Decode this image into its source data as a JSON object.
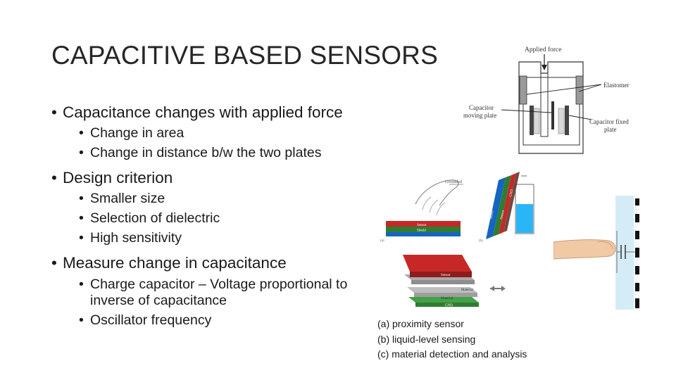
{
  "slide": {
    "title": "CAPACITIVE BASED SENSORS",
    "bullets": [
      {
        "text": "Capacitance changes with applied force",
        "sub": [
          "Change in area",
          "Change in distance b/w the two plates"
        ]
      },
      {
        "text": "Design criterion",
        "sub": [
          "Smaller size",
          "Selection of dielectric",
          "High sensitivity"
        ]
      },
      {
        "text": "Measure change in capacitance",
        "sub": [
          "Charge capacitor – Voltage proportional to",
          "inverse of capacitance",
          "Oscillator frequency"
        ]
      }
    ],
    "bullet_glyph": "•"
  },
  "figure_force": {
    "labels": {
      "applied_force": "Applied force",
      "elastomer": "Elastomer",
      "capacitor_moving": [
        "Capacitor",
        "moving plate"
      ],
      "capacitor_fixed": [
        "Capacitor fixed",
        "plate"
      ]
    }
  },
  "figure_sensing": {
    "layers_flat": [
      "Sensor",
      "Shield"
    ],
    "layers_vertical": [
      "Shield",
      "Sensor",
      "GND"
    ],
    "layers_stack": [
      "Sensor",
      "Material",
      "Material",
      "GND"
    ],
    "hand_label": "Grounded",
    "panel_a": "(a)",
    "panel_b": "(b)"
  },
  "captions": [
    "(a) proximity sensor",
    "(b) liquid-level sensing",
    "(c) material detection and analysis"
  ]
}
